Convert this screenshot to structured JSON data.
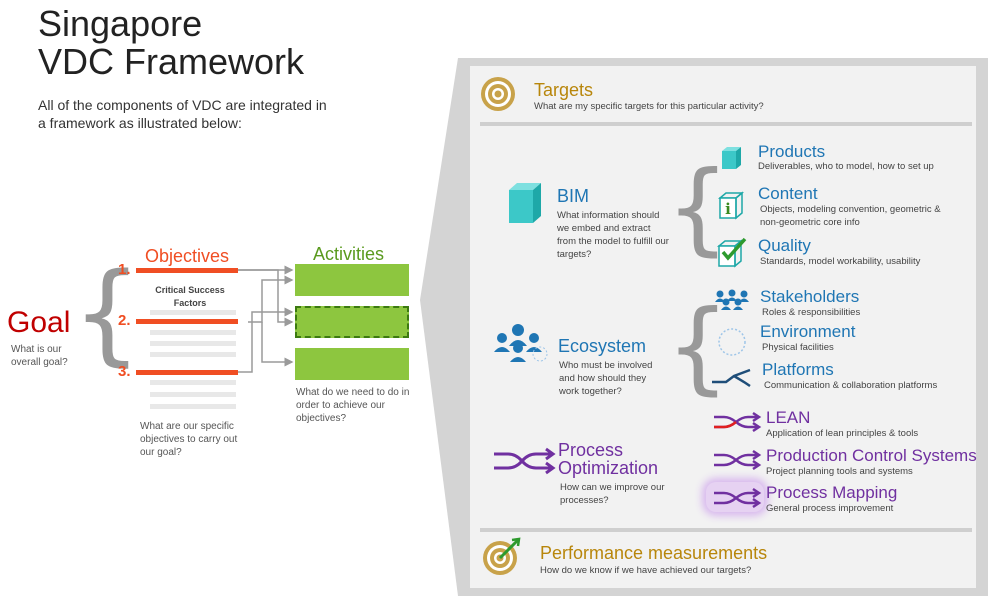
{
  "title": {
    "line1": "Singapore",
    "line2": "VDC Framework"
  },
  "intro": "All of the components of VDC are integrated in a framework as illustrated below:",
  "goal": {
    "label": "Goal",
    "desc": "What is our overall goal?"
  },
  "objectives": {
    "label": "Objectives",
    "numbers": [
      "1.",
      "2.",
      "3."
    ],
    "csf": "Critical Success Factors",
    "desc": "What are our specific objectives to carry out our goal?"
  },
  "activities": {
    "label": "Activities",
    "desc": "What do we need to do in order to achieve our objectives?"
  },
  "targets": {
    "title": "Targets",
    "desc": "What are my specific targets for this particular activity?"
  },
  "bim": {
    "title": "BIM",
    "desc": "What information should we embed and extract from the model to fulfill our targets?",
    "items": [
      {
        "title": "Products",
        "desc": "Deliverables, who to model, how to set up"
      },
      {
        "title": "Content",
        "desc": "Objects, modeling convention,  geometric & non-geometric core info"
      },
      {
        "title": "Quality",
        "desc": "Standards, model workability, usability"
      }
    ]
  },
  "ecosystem": {
    "title": "Ecosystem",
    "desc": "Who must be involved and how should they work together?",
    "items": [
      {
        "title": "Stakeholders",
        "desc": "Roles & responsibilities"
      },
      {
        "title": "Environment",
        "desc": "Physical facilities"
      },
      {
        "title": "Platforms",
        "desc": "Communication & collaboration platforms"
      }
    ]
  },
  "process": {
    "title_line1": "Process",
    "title_line2": "Optimization",
    "desc": "How can we improve our processes?",
    "items": [
      {
        "title": "LEAN",
        "desc": "Application of lean principles & tools"
      },
      {
        "title": "Production Control Systems",
        "desc": "Project planning tools and systems"
      },
      {
        "title": "Process Mapping",
        "desc": "General process improvement"
      }
    ]
  },
  "performance": {
    "title": "Performance measurements",
    "desc": "How do we know if we have achieved our targets?"
  },
  "colors": {
    "red": "#f04e23",
    "goal_red": "#c00000",
    "green": "#8dc63f",
    "blue": "#1f76b4",
    "purple": "#7030a0",
    "gold": "#b8860b",
    "teal": "#3cc8c8"
  }
}
